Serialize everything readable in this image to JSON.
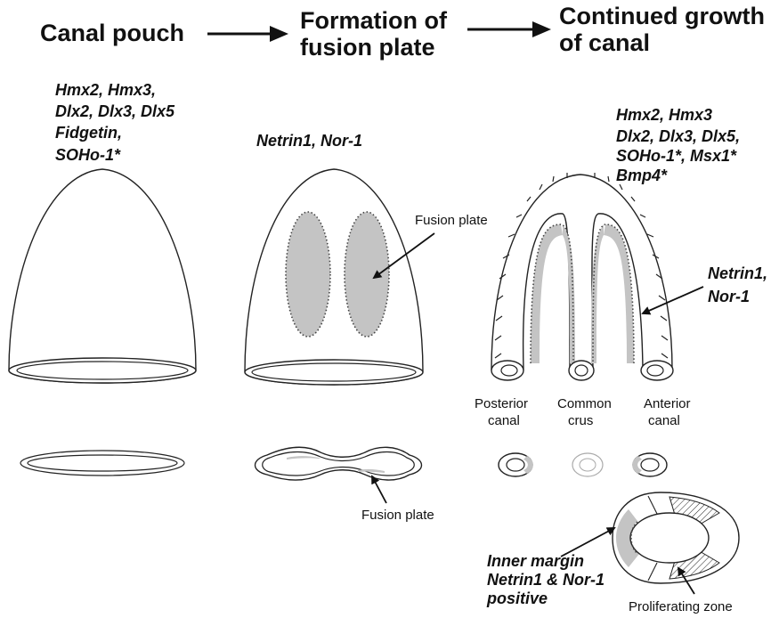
{
  "stages": [
    {
      "title_lines": [
        "Canal pouch"
      ]
    },
    {
      "title_lines": [
        "Formation of",
        "fusion plate"
      ]
    },
    {
      "title_lines": [
        "Continued growth",
        "of canal"
      ]
    }
  ],
  "gene_labels": {
    "pouch": [
      "Hmx2, Hmx3,",
      "Dlx2, Dlx3, Dlx5",
      "Fidgetin,",
      "SOHo-1*"
    ],
    "fusion": [
      "Netrin1, Nor-1"
    ],
    "growth_top": [
      "Hmx2, Hmx3",
      "Dlx2, Dlx3, Dlx5,",
      "SOHo-1*, Msx1*",
      "Bmp4*"
    ],
    "growth_side": [
      "Netrin1,",
      "Nor-1"
    ],
    "inner_margin": [
      "Inner margin",
      "Netrin1 & Nor-1",
      "positive"
    ]
  },
  "labels": {
    "fusion_plate_top": "Fusion plate",
    "fusion_plate_bottom": "Fusion plate",
    "posterior_canal": [
      "Posterior",
      "canal"
    ],
    "common_crus": [
      "Common",
      "crus"
    ],
    "anterior_canal": [
      "Anterior",
      "canal"
    ],
    "proliferating_zone": "Proliferating zone"
  },
  "colors": {
    "ink": "#222222",
    "netrin_zone": "#c4c4c4"
  }
}
